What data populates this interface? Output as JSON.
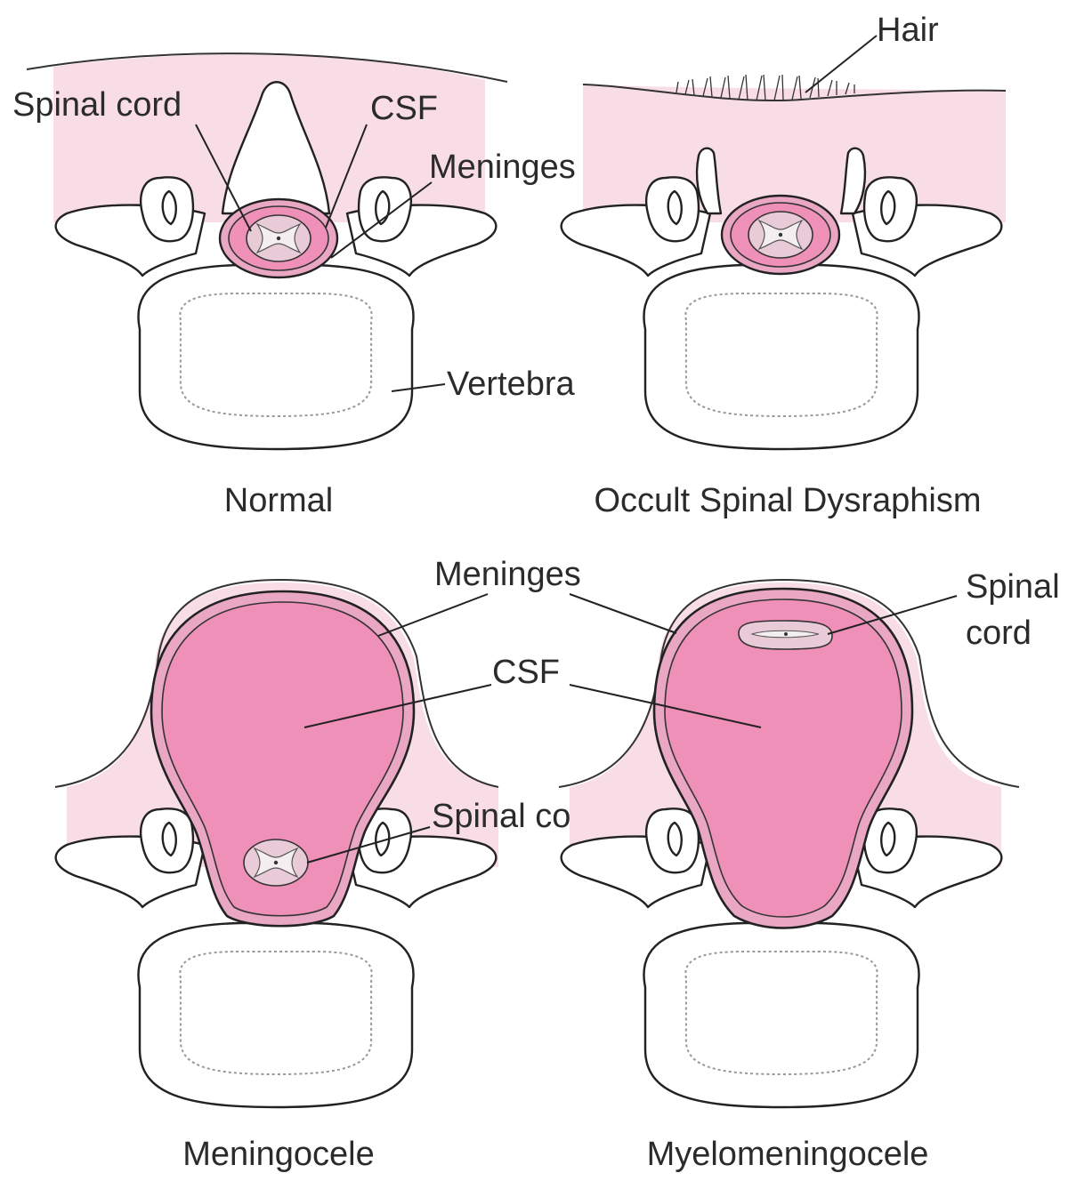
{
  "colors": {
    "skin": "#f9dde6",
    "meninges": "#e9a7c4",
    "csf": "#ef90b8",
    "cord": "#e8cbd6",
    "grey_matter": "#f4eef0",
    "outline": "#222222"
  },
  "panels": {
    "normal": {
      "caption": "Normal",
      "labels": {
        "spinal_cord": "Spinal cord",
        "csf": "CSF",
        "meninges": "Meninges",
        "vertebra": "Vertebra"
      }
    },
    "occult": {
      "caption": "Occult Spinal Dysraphism",
      "labels": {
        "hair": "Hair"
      }
    },
    "meningocele": {
      "caption": "Meningocele",
      "labels": {
        "meninges": "Meninges",
        "csf": "CSF",
        "spinal_cord": "Spinal cord"
      }
    },
    "myelomeningocele": {
      "caption": "Myelomeningocele",
      "labels": {
        "spinal_line1": "Spinal",
        "spinal_line2": "cord"
      }
    }
  }
}
